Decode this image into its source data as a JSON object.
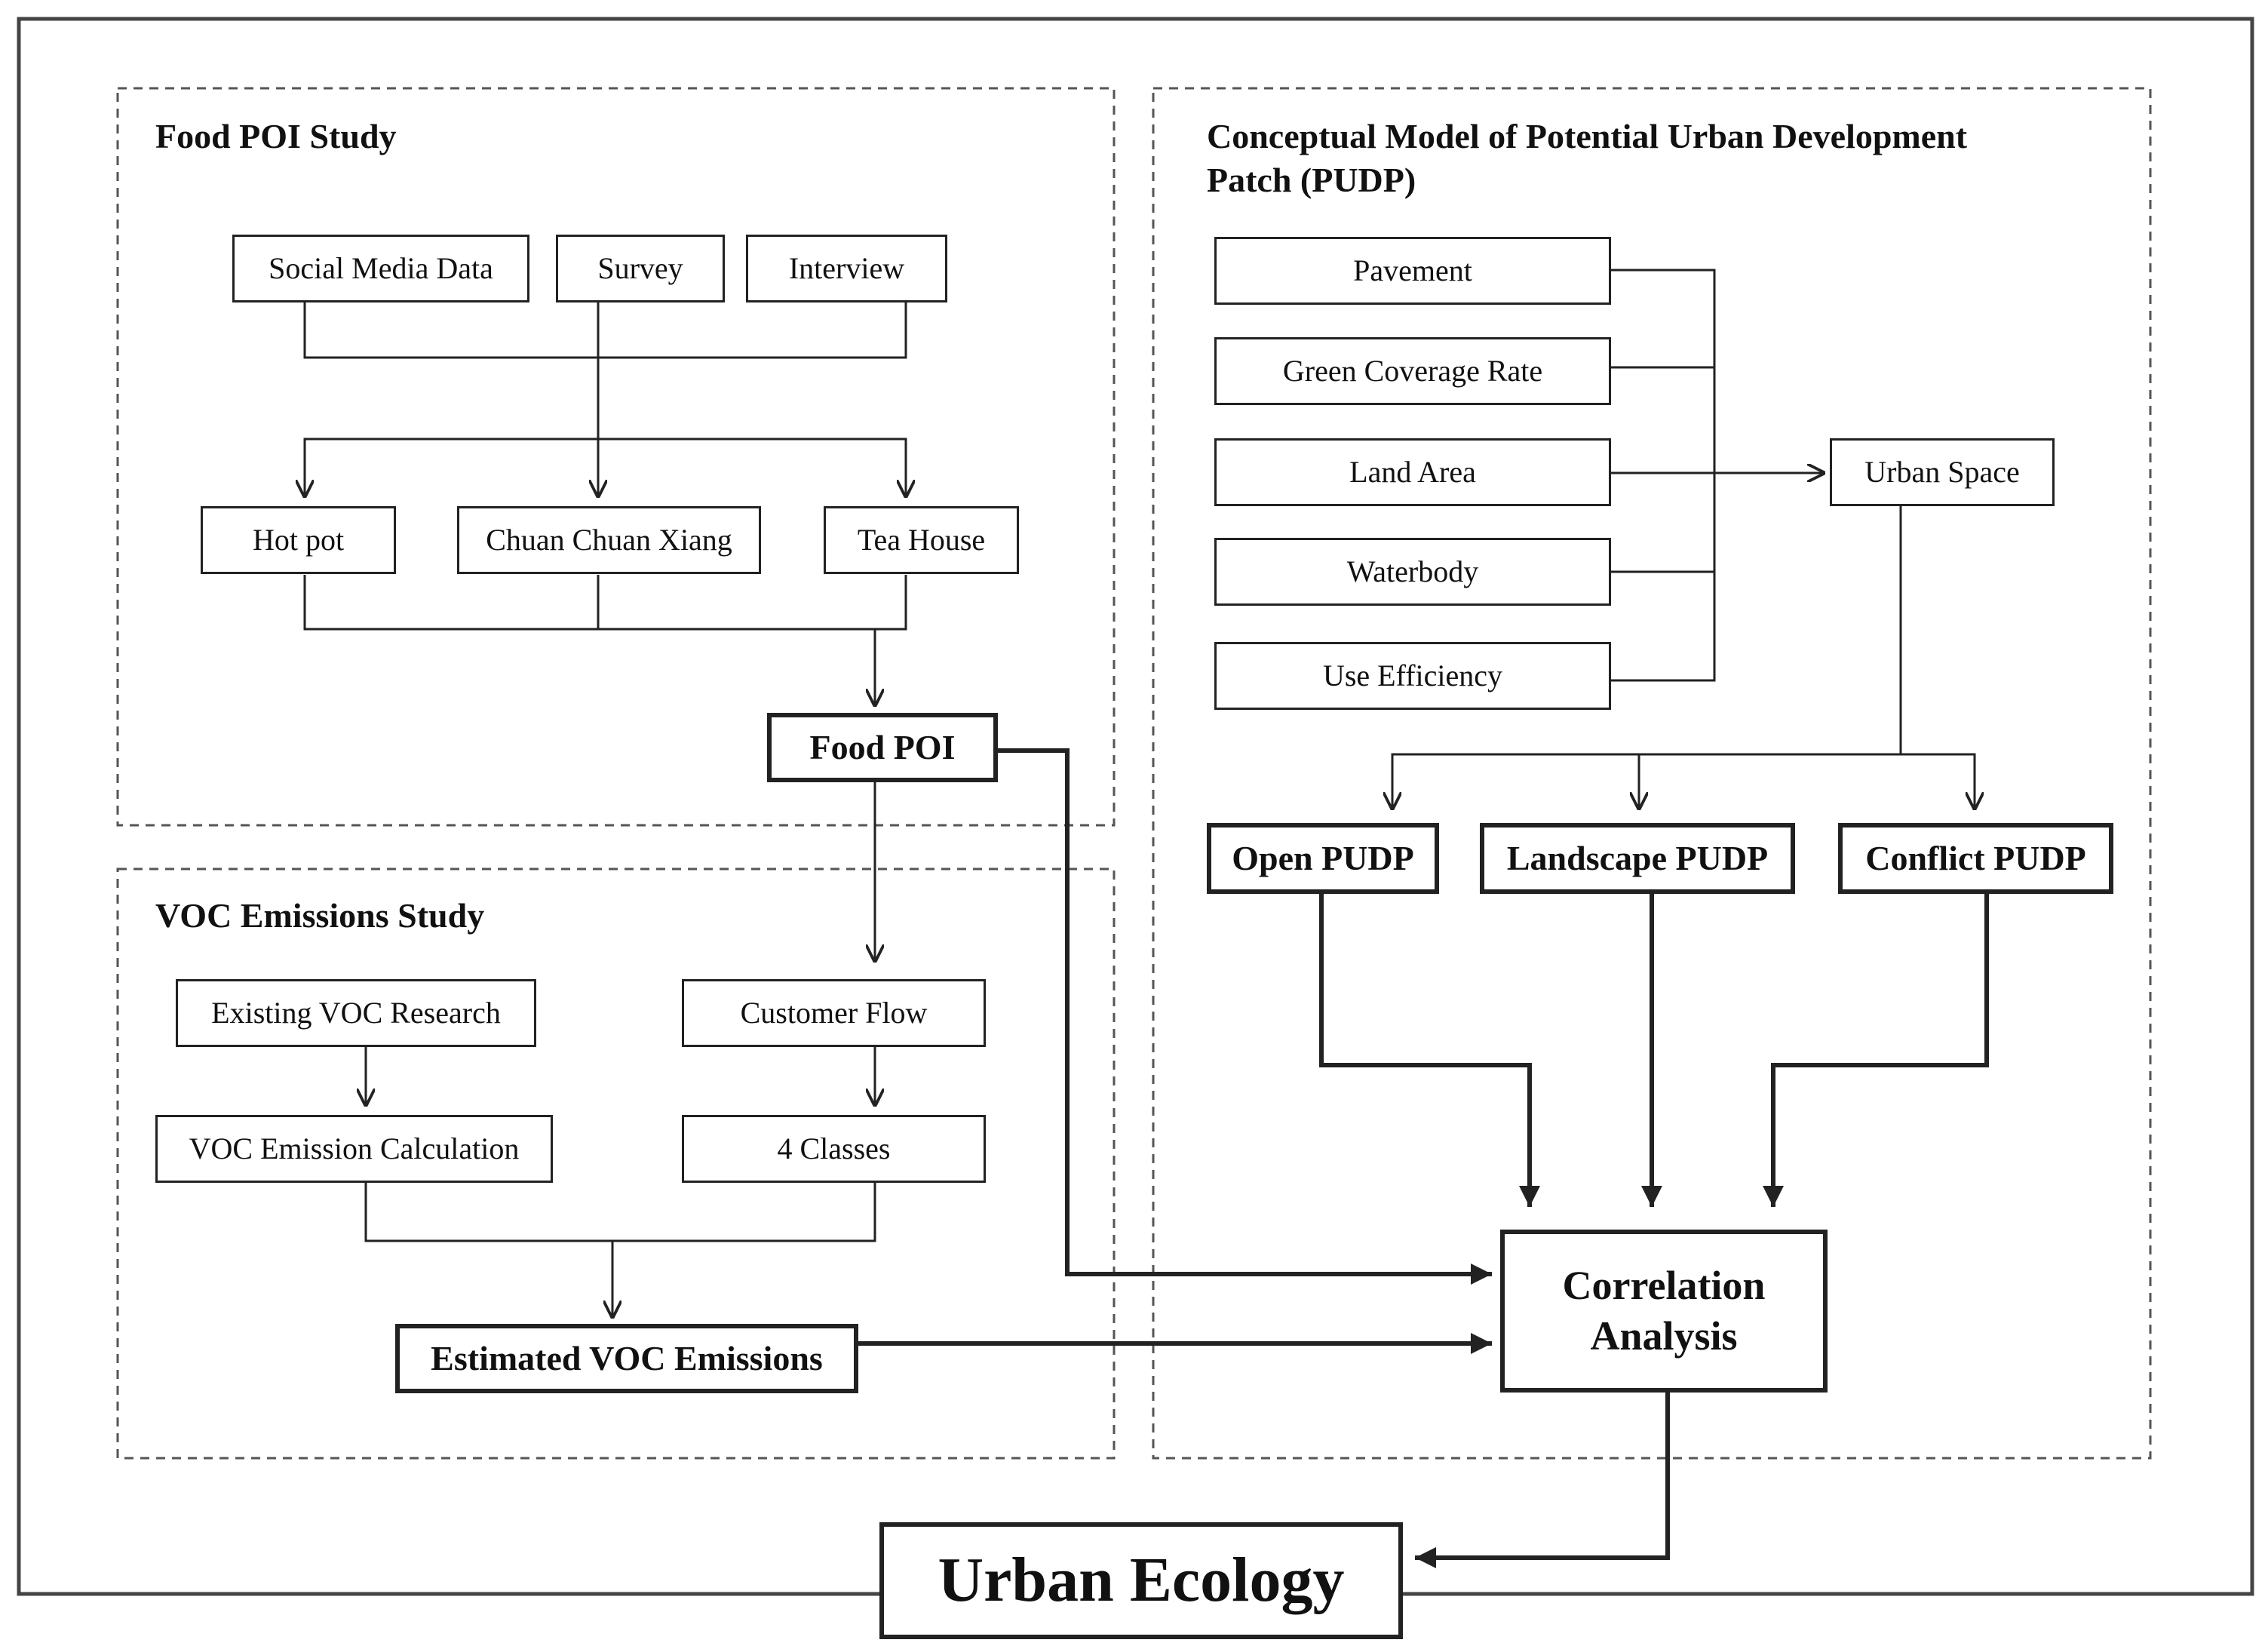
{
  "sections": {
    "food_poi_study": "Food POI Study",
    "voc_emissions_study": "VOC Emissions Study",
    "pudp_model_line1": "Conceptual Model of Potential Urban Development",
    "pudp_model_line2": "Patch (PUDP)"
  },
  "food": {
    "sources": [
      "Social Media Data",
      "Survey",
      "Interview"
    ],
    "types": [
      "Hot pot",
      "Chuan Chuan Xiang",
      "Tea House"
    ],
    "food_poi": "Food POI"
  },
  "voc": {
    "existing_research": "Existing VOC Research",
    "calculation": "VOC Emission Calculation",
    "customer_flow": "Customer Flow",
    "classes": "4 Classes",
    "estimated": "Estimated VOC Emissions"
  },
  "pudp": {
    "factors": [
      "Pavement",
      "Green Coverage Rate",
      "Land Area",
      "Waterbody",
      "Use Efficiency"
    ],
    "urban_space": "Urban Space",
    "types": [
      "Open PUDP",
      "Landscape PUDP",
      "Conflict PUDP"
    ]
  },
  "correlation_analysis": "Correlation Analysis",
  "urban_ecology": "Urban Ecology"
}
